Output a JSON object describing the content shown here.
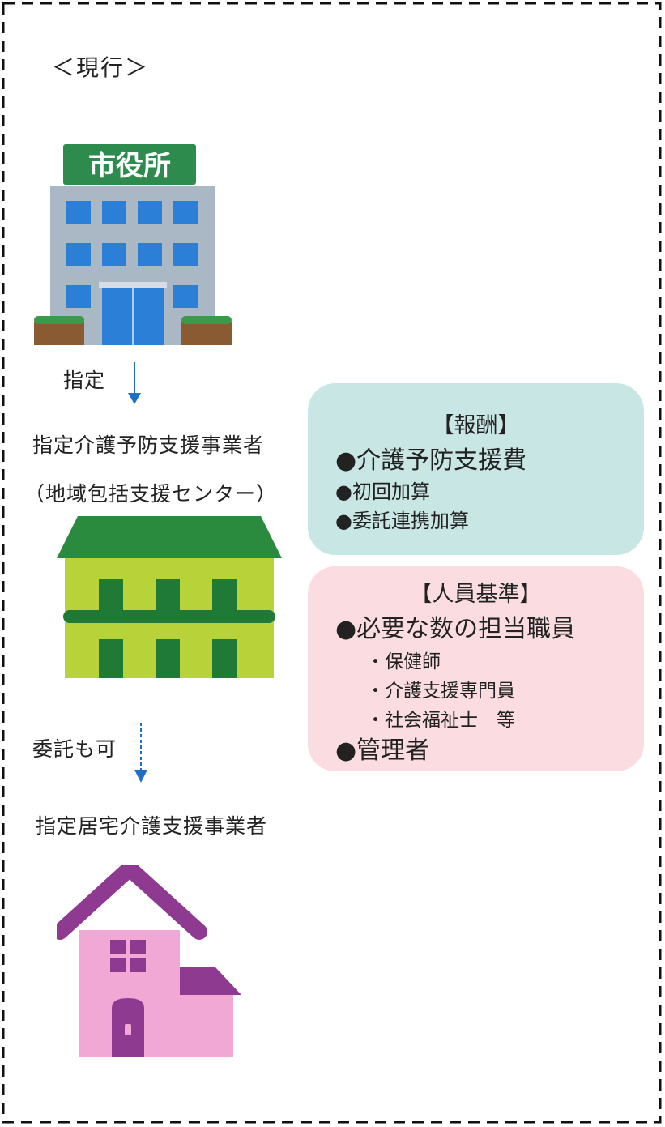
{
  "heading": "＜現行＞",
  "city_hall_sign": "市役所",
  "arrow1_label": "指定",
  "provider1_line1": "指定介護予防支援事業者",
  "provider1_line2": "（地域包括支援センター）",
  "arrow2_label": "委託も可",
  "provider2": "指定居宅介護支援事業者",
  "remuneration": {
    "title": "【報酬】",
    "items": [
      "●介護予防支援費",
      "●初回加算",
      "●委託連携加算"
    ]
  },
  "staffing": {
    "title": "【人員基準】",
    "item1": "●必要な数の担当職員",
    "sub_items": [
      "・保健師",
      "・介護支援専門員",
      "・社会福祉士　等"
    ],
    "item2": "●管理者"
  },
  "colors": {
    "remuneration_box": "#c8e7e4",
    "staffing_box": "#fbdde1",
    "arrow": "#1f6fc4",
    "sign_green": "#2e8b4e",
    "center_building": "#b8d33a",
    "house_pink": "#f2a8d5",
    "house_roof": "#8f3a91"
  }
}
